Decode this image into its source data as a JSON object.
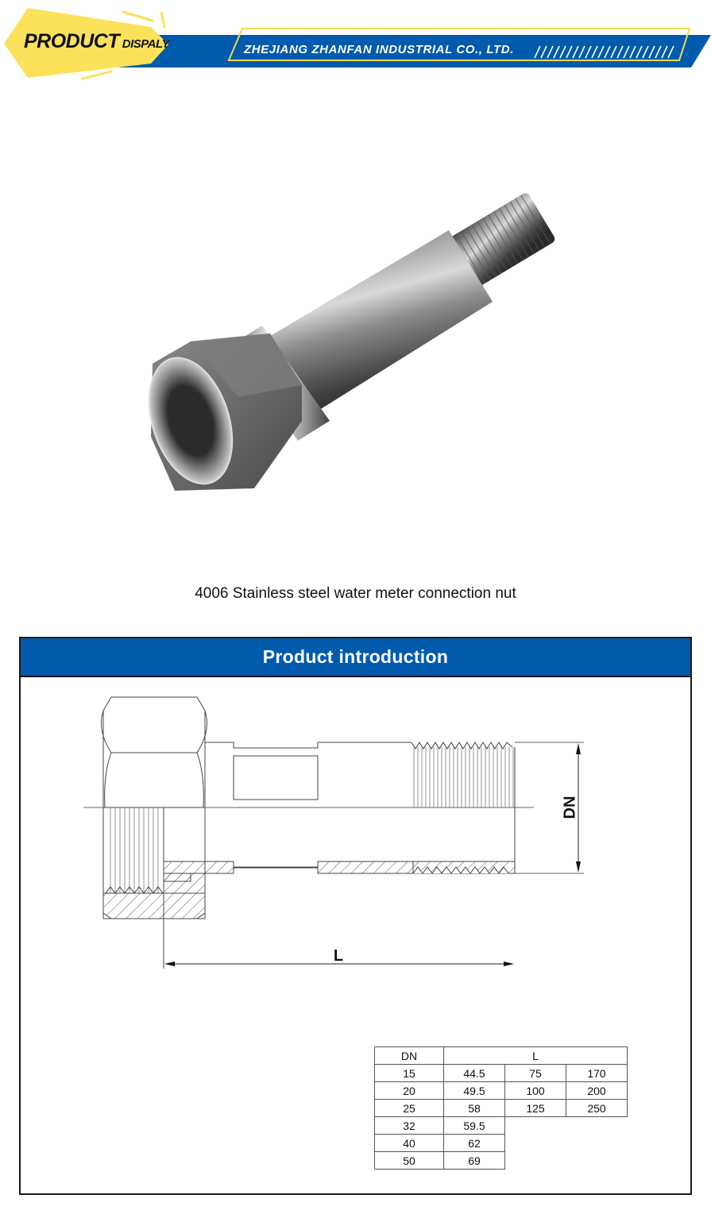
{
  "header": {
    "badge_big": "PRODUCT",
    "badge_small": " DISPALY",
    "company": "ZHEJIANG ZHANFAN INDUSTRIAL CO., LTD.",
    "colors": {
      "brand_blue": "#005bac",
      "badge_yellow": "#fce25a",
      "accent_yellow": "#f5d949"
    }
  },
  "product": {
    "image_alt": "stainless-steel-water-meter-connection-nut-photo",
    "caption": "4006 Stainless steel water meter connection nut"
  },
  "intro": {
    "title": "Product introduction",
    "drawing": {
      "dimension_dn": "DN",
      "dimension_l": "L"
    },
    "table": {
      "header": {
        "dn": "DN",
        "l": "L"
      },
      "rows": [
        {
          "dn": "15",
          "l": [
            "44.5",
            "75",
            "170"
          ]
        },
        {
          "dn": "20",
          "l": [
            "49.5",
            "100",
            "200"
          ]
        },
        {
          "dn": "25",
          "l": [
            "58",
            "125",
            "250"
          ]
        },
        {
          "dn": "32",
          "l": [
            "59.5"
          ]
        },
        {
          "dn": "40",
          "l": [
            "62"
          ]
        },
        {
          "dn": "50",
          "l": [
            "69"
          ]
        }
      ]
    }
  }
}
